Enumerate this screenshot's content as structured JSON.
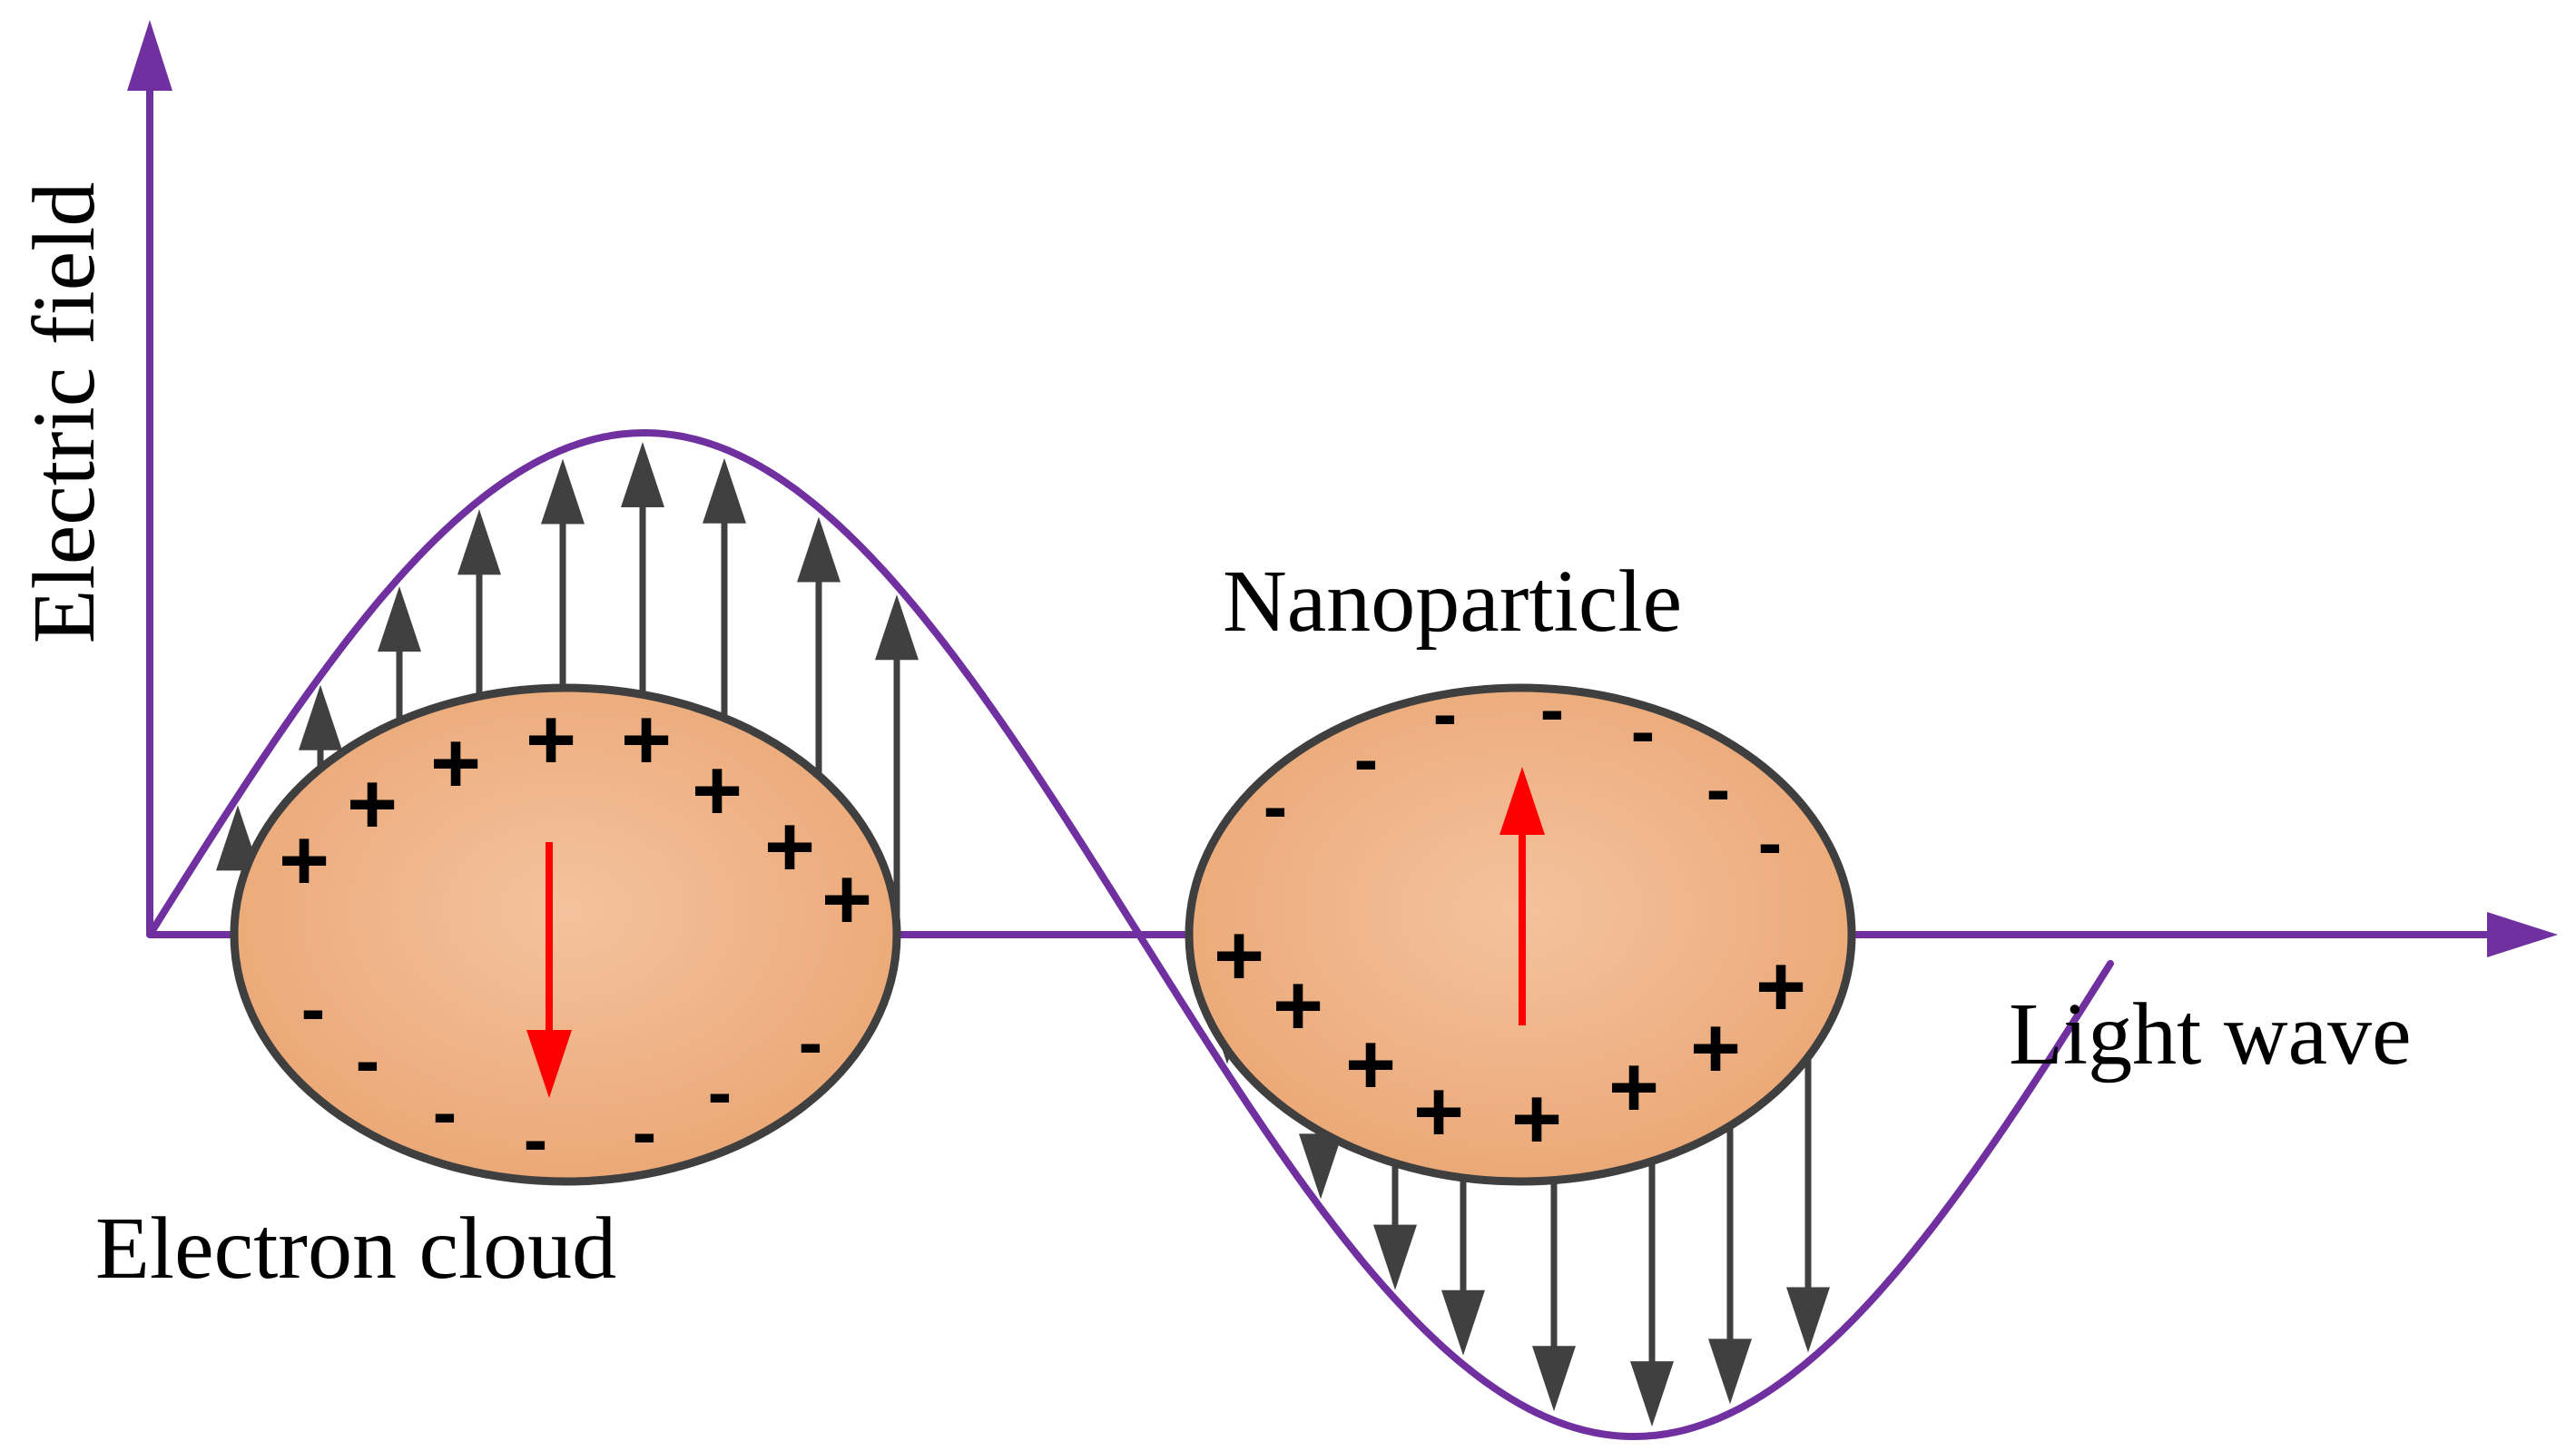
{
  "labels": {
    "y_axis": "Electric field",
    "x_axis": "Light wave",
    "nanoparticle": "Nanoparticle",
    "electron_cloud": "Electron cloud"
  },
  "symbols": {
    "plus": "+",
    "minus": "-"
  },
  "colors": {
    "wave": "#7030a0",
    "particle_fill": "#f0b48a",
    "particle_stroke": "#3f3f3f",
    "field_arrow": "#404040",
    "dipole_arrow": "#ff0000"
  }
}
